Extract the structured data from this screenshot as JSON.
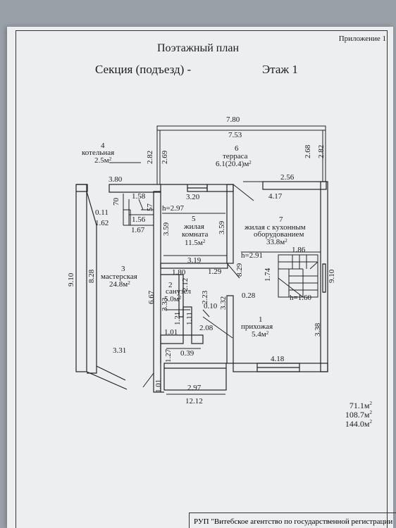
{
  "header": {
    "annex": "Приложение 1",
    "title": "Поэтажный план",
    "section": "Секция (подъезд) -",
    "floor": "Этаж 1"
  },
  "rooms": [
    {
      "number": "4",
      "name": "котельная",
      "area": "2.5м",
      "sup": "2"
    },
    {
      "number": "6",
      "name": "терраса",
      "area": "6.1(20.4)м",
      "sup": "2"
    },
    {
      "number": "5",
      "name1": "жилая",
      "name2": "комната",
      "area": "11.5м",
      "sup": "2"
    },
    {
      "number": "7",
      "name1": "жилая с кухонным",
      "name2": "оборудованием",
      "area": "33.8м",
      "sup": "2"
    },
    {
      "number": "3",
      "name": "мастерская",
      "area": "24.8м",
      "sup": "2"
    },
    {
      "number": "2",
      "name": "санузел",
      "area": "5.0м",
      "sup": "2"
    },
    {
      "number": "1",
      "name": "прихожая",
      "area": "5.4м",
      "sup": "2"
    }
  ],
  "heights": [
    "h=2.97",
    "h=2.91",
    "h=1.60"
  ],
  "dimensions": {
    "terrace_outer": "7.80",
    "terrace_inner": "7.53",
    "terrace_left_a": "2.82",
    "terrace_left_b": "2.69",
    "terrace_right_a": "2.68",
    "terrace_right_b": "2.82",
    "d380": "3.80",
    "d158": "1.58",
    "d70": "70",
    "d57": "57",
    "d011": "0.11",
    "d156": "1.56",
    "d162": "1.62",
    "d167": "1.67",
    "d320": "3.20",
    "d359a": "3.59",
    "d359b": "3.59",
    "d256": "2.56",
    "d417": "4.17",
    "d186": "1.86",
    "d174": "1.74",
    "d829": "8.29",
    "d910a": "9.10",
    "d910b": "9.10",
    "d828": "8.28",
    "d319": "3.19",
    "d180": "1.80",
    "d129": "1.29",
    "d212": "2.12",
    "d223": "2.23",
    "d667": "6.67",
    "d333": "3.33",
    "d332": "3.32",
    "d010": "0.10",
    "d028": "0.28",
    "d121": "1.21",
    "d111": "1.11",
    "d101a": "1.01",
    "d208": "2.08",
    "d338": "3.38",
    "d331": "3.31",
    "d127": "1.27",
    "d039": "0.39",
    "d418": "4.18",
    "d101b": "1.01",
    "d297": "2.97",
    "d1212": "12.12"
  },
  "totals": [
    {
      "value": "71.1м",
      "sup": "2"
    },
    {
      "value": "108.7м",
      "sup": "2"
    },
    {
      "value": "144.0м",
      "sup": "2"
    }
  ],
  "stamp": "РУП \"Витебское агентство по государственной регистрации"
}
